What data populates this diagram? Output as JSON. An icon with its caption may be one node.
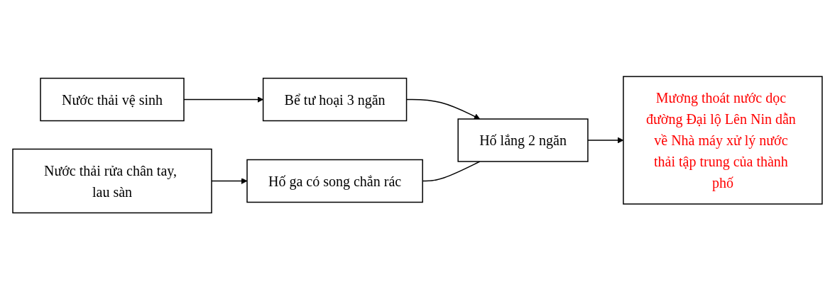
{
  "diagram": {
    "nodes": [
      {
        "text": [
          "Nước thải vệ sinh"
        ]
      },
      {
        "text": [
          "Bể tư hoại 3 ngăn"
        ]
      },
      {
        "text": [
          "Nước thải rửa chân tay, lau sàn"
        ]
      },
      {
        "text": [
          "Hố ga có song chắn rác"
        ]
      },
      {
        "text": [
          "Hố lắng 2 ngăn"
        ]
      },
      {
        "text": [
          "Mương thoát nước dọc đường Đại lộ Lên Nin dẫn về Nhà máy xử lý nước thải tập trung của thành phố"
        ]
      }
    ],
    "edges": [
      {
        "from": 0,
        "to": 1,
        "arrow": "to"
      },
      {
        "from": 2,
        "to": 3,
        "arrow": "to"
      },
      {
        "from": 1,
        "to": 4,
        "arrow": "to"
      },
      {
        "from": 3,
        "to": 4,
        "arrow": "none"
      },
      {
        "from": 4,
        "to": 5,
        "arrow": "to"
      }
    ]
  }
}
